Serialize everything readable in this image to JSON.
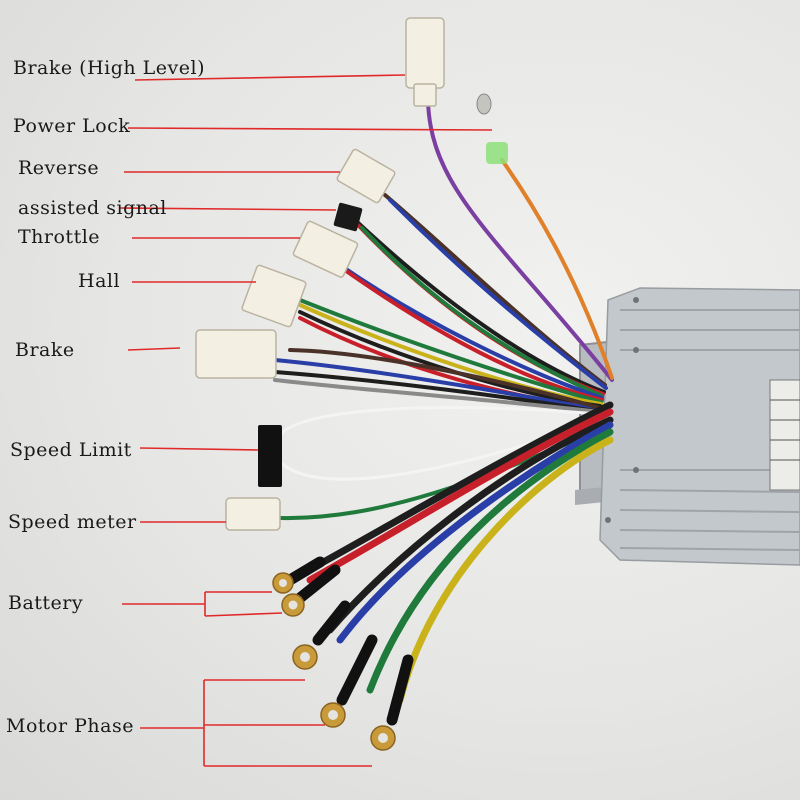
{
  "labels": {
    "brake_high": "Brake (High Level)",
    "power_lock": "Power Lock",
    "reverse": "Reverse",
    "assisted_signal": "assisted signal",
    "throttle": "Throttle",
    "hall": "Hall",
    "brake": "Brake",
    "speed_limit": "Speed Limit",
    "speed_meter": "Speed meter",
    "battery": "Battery",
    "motor_phase": "Motor Phase"
  },
  "colors": {
    "leader_line": "#e02a2a",
    "controller_body": "#b9bfc4",
    "wire_black": "#1e1e1e",
    "wire_red": "#c8202a",
    "wire_blue": "#2a3ea8",
    "wire_yellow": "#c9b21a",
    "wire_green": "#1f7a3c",
    "wire_white": "#f4f4f4",
    "wire_purple": "#7a3fa0",
    "wire_orange": "#e0802a",
    "wire_brown": "#4a3228",
    "wire_gray": "#8a8a8a",
    "connector": "#f3efe2",
    "ring_terminal": "#c99a3a"
  }
}
